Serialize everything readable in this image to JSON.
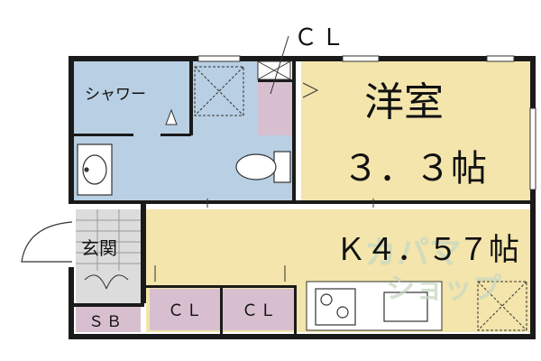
{
  "labels": {
    "top_cl": "ＣＬ",
    "shower": "シャワー",
    "western_room": "洋室",
    "western_room_size": "３．３帖",
    "entrance": "玄関",
    "kitchen_size": "Ｋ４．５７帖",
    "closet_1": "ＣＬ",
    "closet_2": "ＣＬ",
    "shoe_box": "ＳＢ"
  },
  "watermark": [
    "カパマ",
    "ショップ"
  ],
  "colors": {
    "wall": "#1a1a1a",
    "wet_area": "#b9cfe3",
    "living_area": "#f3e5ab",
    "closet": "#d7bfd0",
    "entrance_floor": "#dcdcdc",
    "watermark": "#c8d8c2"
  }
}
